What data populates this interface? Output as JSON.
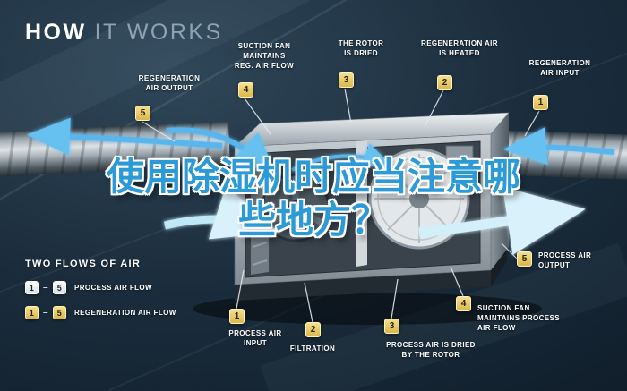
{
  "title": {
    "word1": "HOW",
    "word2": "IT WORKS"
  },
  "headline": {
    "line1": "使用除湿机时应当注意哪",
    "line2": "些地方？"
  },
  "colors": {
    "accent_blue": "#2d9ad8",
    "badge_gold": "#e2c159",
    "background_navy": "#1b2d3d",
    "airflow_blue": "#5ab5ec"
  },
  "legend": {
    "title": "TWO FLOWS OF AIR",
    "separator": "–",
    "rows": [
      {
        "start": "1",
        "end": "5",
        "label": "PROCESS AIR FLOW"
      },
      {
        "start": "1",
        "end": "5",
        "label": "REGENERATION AIR FLOW"
      }
    ]
  },
  "callouts": {
    "reg_output": {
      "num": "5",
      "line1": "REGENERATION",
      "line2": "AIR OUTPUT"
    },
    "reg_fan": {
      "num": "4",
      "line1": "SUCTION FAN",
      "line2": "MAINTAINS",
      "line3": "REG. AIR FLOW"
    },
    "rotor_dried": {
      "num": "3",
      "line1": "THE ROTOR",
      "line2": "IS DRIED"
    },
    "reg_heated": {
      "num": "2",
      "line1": "REGENERATION AIR",
      "line2": "IS HEATED"
    },
    "reg_input": {
      "num": "1",
      "line1": "REGENERATION",
      "line2": "AIR INPUT"
    },
    "proc_output": {
      "num": "5",
      "line1": "PROCESS AIR",
      "line2": "OUTPUT"
    },
    "proc_input": {
      "num": "1",
      "line1": "PROCESS AIR",
      "line2": "INPUT"
    },
    "filtration": {
      "num": "2",
      "line1": "FILTRATION"
    },
    "proc_dried": {
      "num": "3",
      "line1": "PROCESS AIR IS DRIED",
      "line2": "BY THE ROTOR"
    },
    "proc_fan": {
      "num": "4",
      "line1": "SUCTION FAN",
      "line2": "MAINTAINS PROCESS",
      "line3": "AIR FLOW"
    }
  }
}
